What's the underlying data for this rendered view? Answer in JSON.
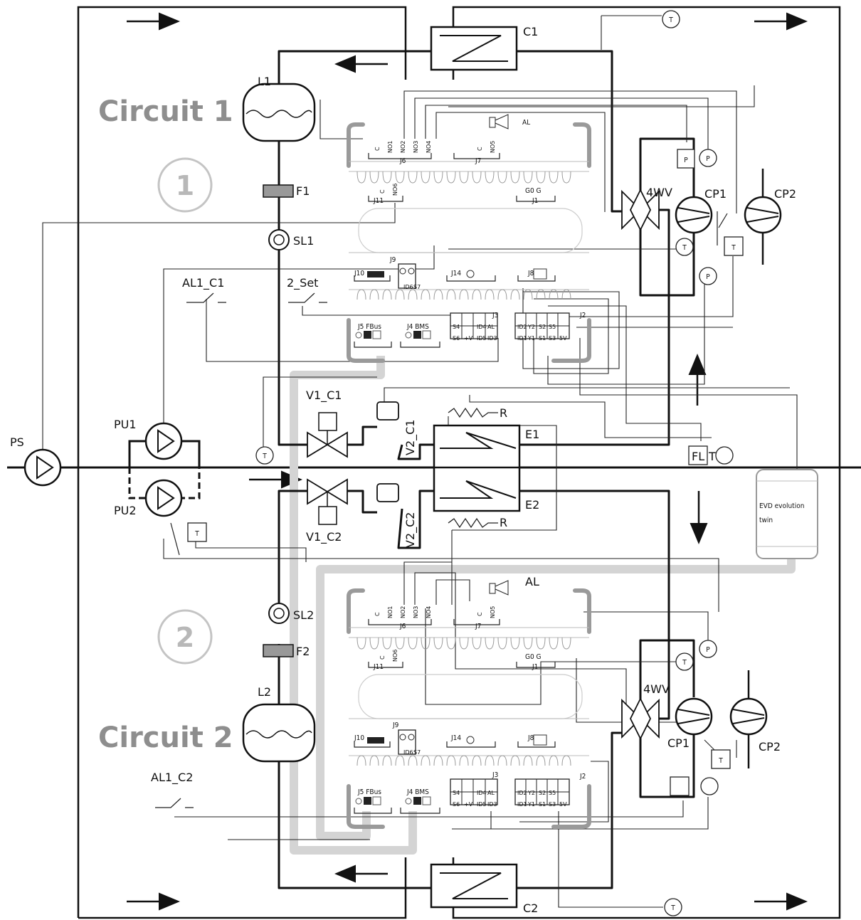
{
  "diagram": {
    "circuit1_label": "Circuit 1",
    "circuit2_label": "Circuit 2",
    "circuit1_number": "1",
    "circuit2_number": "2",
    "components": {
      "c1": "C1",
      "c2": "C2",
      "l1": "L1",
      "l2": "L2",
      "f1": "F1",
      "f2": "F2",
      "sl1": "SL1",
      "sl2": "SL2",
      "al1_c1": "AL1_C1",
      "al1_c2": "AL1_C2",
      "set2": "2_Set",
      "pu1": "PU1",
      "pu2": "PU2",
      "ps": "PS",
      "v1_c1": "V1_C1",
      "v1_c2": "V1_C2",
      "v2_c1": "V2_C1",
      "v2_c2": "V2_C2",
      "e1": "E1",
      "e2": "E2",
      "r": "R",
      "fl": "FL",
      "cp1": "CP1",
      "cp2": "CP2",
      "fwv": "4WV",
      "al": "AL",
      "t": "T",
      "p": "P",
      "evd_line1": "EVD evolution",
      "evd_line2": "twin"
    },
    "connectors": {
      "j1": "J1",
      "j2": "J2",
      "j3": "J3",
      "j6": "J6",
      "j7": "J7",
      "j8": "J8",
      "j9": "J9",
      "j10": "J10",
      "j11": "J11",
      "j14": "J14",
      "j5": "J5 FBus",
      "j4": "J4 BMS",
      "g0g": "G0 G",
      "c": "C",
      "no1": "NO1",
      "no2": "NO2",
      "no3": "NO3",
      "no4": "NO4",
      "no5": "NO5",
      "no6": "NO6",
      "id6": "ID6",
      "s7": "S7",
      "j3_top": [
        "S4",
        "",
        "ID4",
        "AL"
      ],
      "j3_bot": [
        "S6",
        "+V",
        "ID5",
        "ID3"
      ],
      "j2_top": [
        "ID2",
        "Y2",
        "S2",
        "S5",
        ""
      ],
      "j2_bot": [
        "ID1",
        "Y1",
        "S1",
        "S3",
        "5V"
      ]
    }
  }
}
